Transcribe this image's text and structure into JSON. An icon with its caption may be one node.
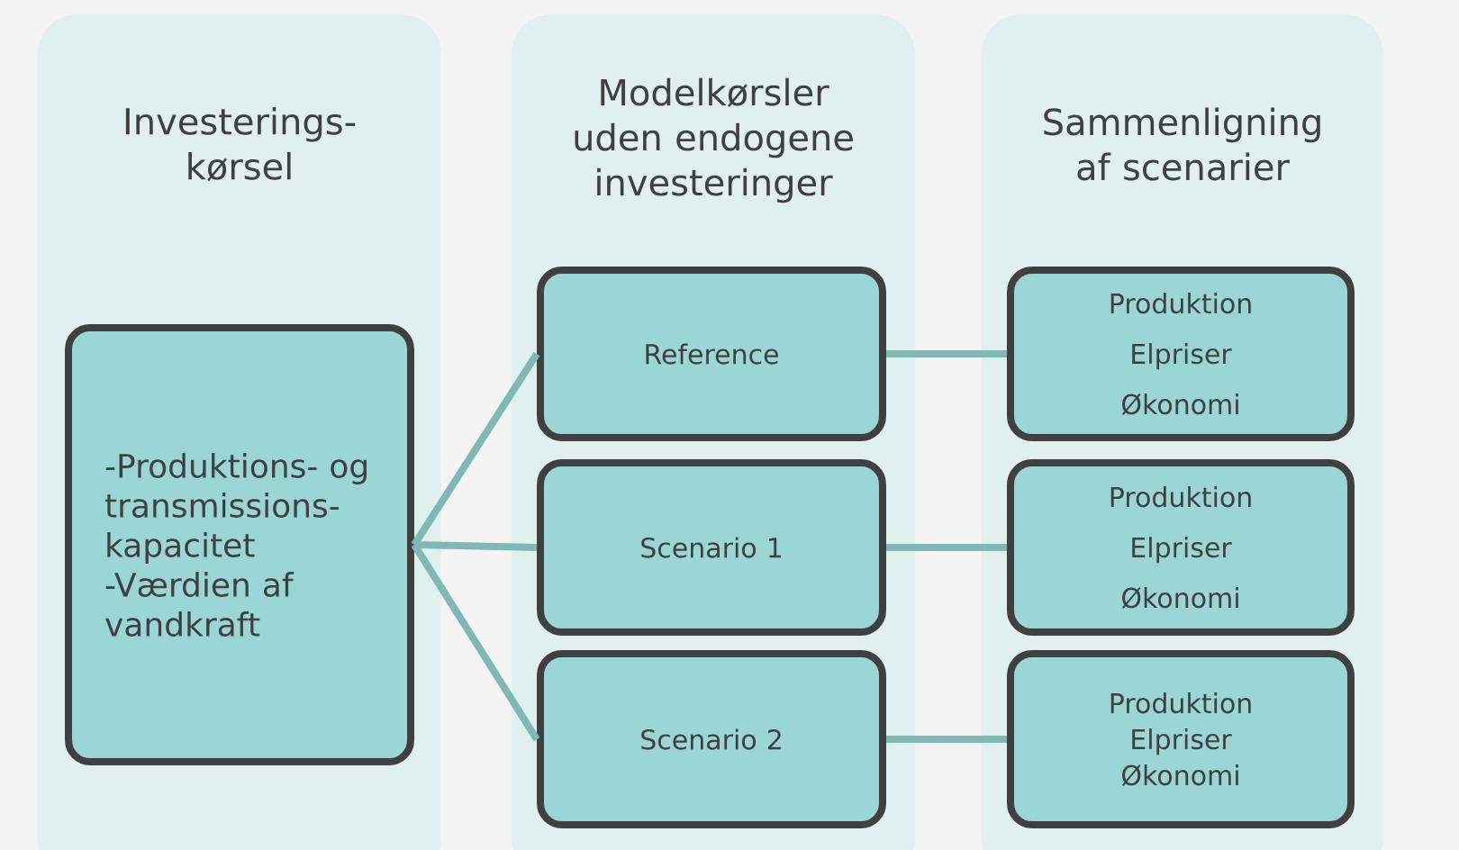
{
  "diagram": {
    "nodes": [
      {
        "text": [
          "Investerings- kørsel"
        ]
      },
      {
        "text": [
          "Modelkørsler uden endogene investeringer"
        ]
      },
      {
        "text": [
          "Sammenligning af scenarier"
        ]
      },
      {
        "text": [
          "-Produktions- og transmissions- kapacitet",
          "-Værdien af vandkraft"
        ],
        "in": 0
      },
      {
        "text": [
          "Reference"
        ],
        "in": 1
      },
      {
        "text": [
          "Scenario 1"
        ],
        "in": 1
      },
      {
        "text": [
          "Scenario 2"
        ],
        "in": 1
      },
      {
        "text": [
          "Produktion",
          "Elpriser",
          "Økonomi"
        ],
        "in": 2
      },
      {
        "text": [
          "Produktion",
          "Elpriser",
          "Økonomi"
        ],
        "in": 2
      },
      {
        "text": [
          "Produktion",
          "Elpriser",
          "Økonomi"
        ],
        "in": 2
      }
    ],
    "edges": [
      {
        "from": 3,
        "to": 4,
        "arrow": "none"
      },
      {
        "from": 3,
        "to": 5,
        "arrow": "none"
      },
      {
        "from": 3,
        "to": 6,
        "arrow": "none"
      },
      {
        "from": 4,
        "to": 7,
        "arrow": "none"
      },
      {
        "from": 5,
        "to": 8,
        "arrow": "none"
      },
      {
        "from": 6,
        "to": 9,
        "arrow": "none"
      }
    ]
  }
}
